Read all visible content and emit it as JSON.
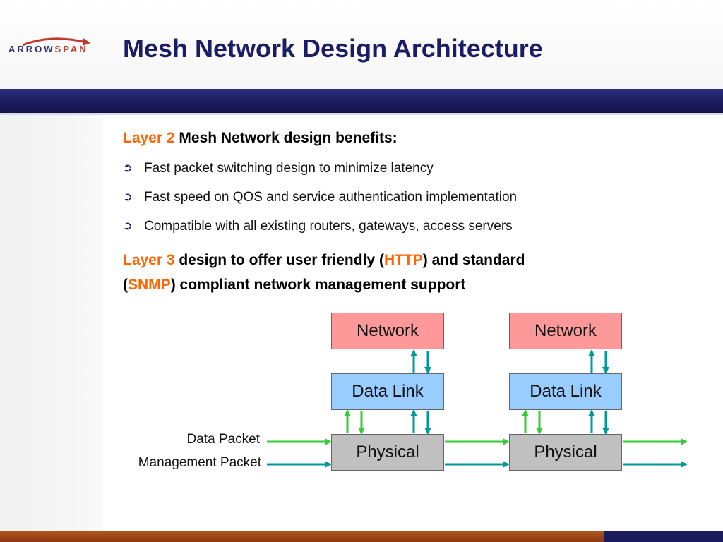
{
  "brand": {
    "name_part1": "ARROW",
    "name_part2": "SPAN",
    "colors": {
      "navy": "#1c1c66",
      "orange": "#ff6600",
      "brown": "#8b3a10"
    }
  },
  "slide": {
    "title": "Mesh Network Design Architecture"
  },
  "content": {
    "layer2_prefix": "Layer 2",
    "layer2_heading": " Mesh Network design benefits:",
    "bullet_icon": "arrow-bullet-icon",
    "bullets": [
      "Fast packet switching design to minimize latency",
      "Fast speed on QOS and service authentication implementation",
      "Compatible with all existing routers, gateways, access servers"
    ],
    "layer3_prefix": "Layer 3",
    "layer3_text1": " design to offer user friendly (",
    "http": "HTTP",
    "layer3_text2": ") and standard",
    "layer3_text3": "(",
    "snmp": "SNMP",
    "layer3_text4": ") compliant network management support"
  },
  "diagram": {
    "stacks": [
      {
        "network": "Network",
        "datalink": "Data Link",
        "physical": "Physical"
      },
      {
        "network": "Network",
        "datalink": "Data Link",
        "physical": "Physical"
      }
    ],
    "legend": {
      "data_packet": "Data Packet",
      "management_packet": "Management Packet"
    },
    "colors": {
      "data_packet": "#33cc33",
      "management_packet": "#009999",
      "network_box": "#ff9999",
      "datalink_box": "#99ccff",
      "physical_box": "#c0c0c0"
    }
  }
}
